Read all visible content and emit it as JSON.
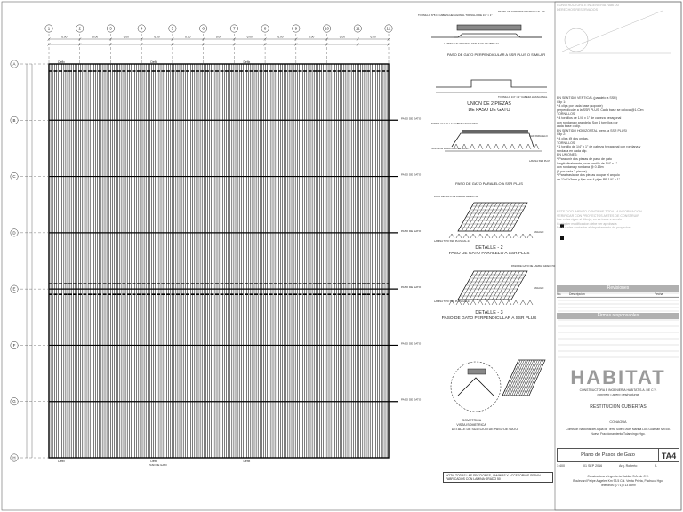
{
  "grid": {
    "columns": [
      "1",
      "2",
      "3",
      "4",
      "5",
      "6",
      "7",
      "8",
      "9",
      "10",
      "11",
      "12"
    ],
    "rows": [
      "A",
      "B",
      "C",
      "D",
      "E",
      "F",
      "G",
      "H"
    ],
    "walkway_label": "PASO DE GATO",
    "tag": "Deflx",
    "bay_dim": "6.00"
  },
  "details": {
    "d1_title": "PASO DE GATO PERPENDICULAR A SSR PLUS O SIMILAR",
    "d1_notes": [
      "TORNILLO N°8 1\" CABEZA HEXAGONAL TORNILLO DE 1/4\" × 1\"",
      "PERFIL DE SOPORTE PINTADO CAL. 16",
      "LAMINA GALVANIZADA SSR PLUS CALIBRE 24",
      "TORNILLO 1/4\" × 1\" CABEZA HEXAGONAL"
    ],
    "d2a_title": "UNION DE 2 PIEZAS",
    "d2b_title": "DE PASO DE GATO",
    "d3_title": "PASO DE GATO PARALELO A SSR PLUS",
    "d3_notes": [
      "TORNILLO 1/4\" × 1\" CABEZA HEXAGONAL",
      "CLIP PARALELO",
      "SOPORTE PARA PASO DE GATO",
      "LAMINA SSR PLUS"
    ],
    "det2_title": "DETALLE - 2",
    "det2_sub": "PASO DE GATO PARALELO A SSR PLUS",
    "det2_notes": [
      "PASO DE GATO DE LAMINA GRADO 50",
      "ANGULO",
      "LAMINA TIPO SSR PLUS CAL.24"
    ],
    "det3_title": "DETALLE - 3",
    "det3_sub": "PASO DE GATO PERPENDICULAR A SSR PLUS",
    "det3_notes": [
      "PASO DE GATO DE LAMINA GRADO 50",
      "LAMINA TIPO SSR PLUS CAL.24",
      "ANGULO"
    ],
    "iso_title": "ISOMETRICA",
    "iso_sub": "VISTA ISOMETRICA",
    "iso_caption": "DETALLE DE SUJECION DE PASO DE GATO",
    "note_box": "NOTA: TODAS LAS SECCIONES, LAMINAS Y ACCESORIOS SERAN FABRICADOS CON LAMINA GRADO 50"
  },
  "titleblock": {
    "top_notes": [
      "CONSTRUCTORA E INGENIERIA HABITAT",
      "DERECHOS RESERVADOS"
    ],
    "spec_lines": [
      "EN SENTIDO VERTICAL (paralelo a SSR)",
      "Clip 1:",
      "* 4 clips por cada base (soporte)",
      "perpendicular a la SSR PLUS. Cada base se coloca @1.00m",
      "TORNILLOS:",
      "* 4 tornillos de 1/4\" x 1\" de cabeza hexagonal",
      "con rondana y arandela. Son 4 tornillos por",
      "cada base o clip.",
      "EN SENTIDO HORIZONTAL (perp. a SSR PLUS)",
      "Clip 2:",
      "* 4 clips @ dos ondas.",
      "TORNILLOS:",
      "* 1 tornillo de 1/4\" x 1\" de cabeza hexagonal con rondana y",
      "rondana en cada clip.",
      "EN UNIONES:",
      "* Para unir dos piezas de paso de gato",
      "longitudinalmente, usar tornillo de 1/4\" x 1\"",
      "con rondana y rondana @ 0.15m",
      "(6 por cada 2 piezas).",
      "* Para traslapar dos piezas ocupar el angulo",
      "de 1\"x1\"x3mm y fijar con 4 pijas PB 1/4\" x 1\""
    ],
    "warning_lines": [
      "ESTE DOCUMENTO CONTIENE TODA LA INFORMACION",
      "VERIFICAR CON PROYECTOS ANTES DE CONSTRUIR",
      "Las cotas rigen al dibujo; no se tome a escala",
      "Cualquier modificacion debe ser aprobada",
      "Para dudas contactar al departamento de proyectos"
    ],
    "revisions_label": "Revisiones",
    "revisions_cols": [
      "No.",
      "Descripcion",
      "Fecha"
    ],
    "signatures_label": "Firmas responsables",
    "company": "HABITAT",
    "company_sub": "CONSTRUCTORA E INGENIERIA HABITAT S.A. DE C.V.",
    "company_slogan": "concreto • acero • estructuras",
    "project": "RESTITUCION CUBIERTAS",
    "client": "CONAGUA",
    "location": "Comisión Nacional del Agua de Terra Sotelo Ave, Marina Luis Guzmán s/n col. Nuevo Fraccionamiento Tulancingo Hgo.",
    "sheet_title": "Plano de Pasos de Gato",
    "sheet_no": "TA4",
    "scale": "1:400",
    "date": "01 SEP 2016",
    "drawn_by": "Arq. Roberto",
    "rev": "A",
    "footer": [
      "Constructora e Ingeniería Habitat S.A. de C.V.",
      "Boulevard Felipe Angeles Km 93.5 Col. Venta Prieta, Pachuca Hgo.",
      "Teléfonos: (771) 713 8899"
    ]
  }
}
